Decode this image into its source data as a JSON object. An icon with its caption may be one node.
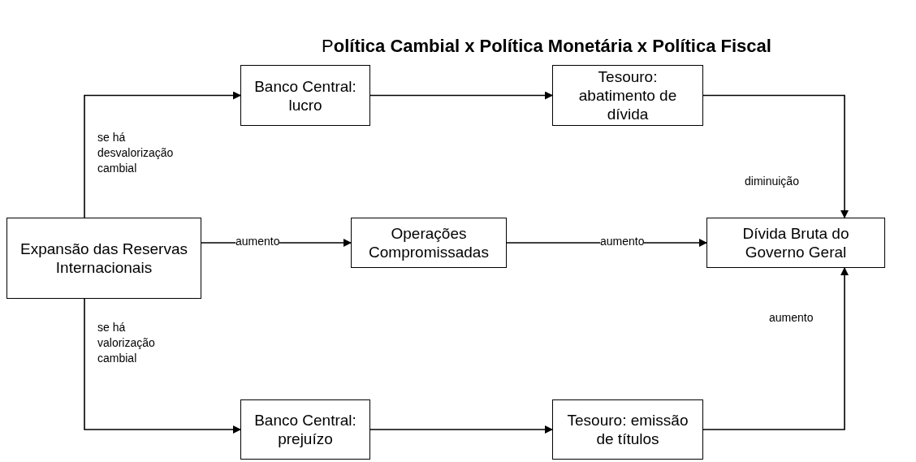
{
  "diagram": {
    "title": "P**olítica Cambial x Política Monetária x Política Fiscal**",
    "nodes": [
      {
        "text": [
          "Expansão das Reservas Internacionais"
        ]
      },
      {
        "text": [
          "Banco Central: lucro"
        ]
      },
      {
        "text": [
          "Tesouro: abatimento de dívida"
        ]
      },
      {
        "text": [
          "Operações Compromissadas"
        ]
      },
      {
        "text": [
          "Dívida Bruta do Governo Geral"
        ]
      },
      {
        "text": [
          "Banco Central: prejuízo"
        ]
      },
      {
        "text": [
          "Tesouro: emissão de títulos"
        ]
      }
    ],
    "edges": [
      {
        "from": 0,
        "to": 1,
        "arrow": "to",
        "label": "se há desvalorização cambial"
      },
      {
        "from": 1,
        "to": 2,
        "arrow": "to"
      },
      {
        "from": 2,
        "to": 4,
        "arrow": "to",
        "label": "diminuição"
      },
      {
        "from": 0,
        "to": 3,
        "arrow": "to",
        "label": "aumento"
      },
      {
        "from": 3,
        "to": 4,
        "arrow": "to",
        "label": "aumento"
      },
      {
        "from": 0,
        "to": 5,
        "arrow": "to",
        "label": "se há valorização cambial"
      },
      {
        "from": 5,
        "to": 6,
        "arrow": "to"
      },
      {
        "from": 6,
        "to": 4,
        "arrow": "to",
        "label": "aumento"
      }
    ]
  }
}
